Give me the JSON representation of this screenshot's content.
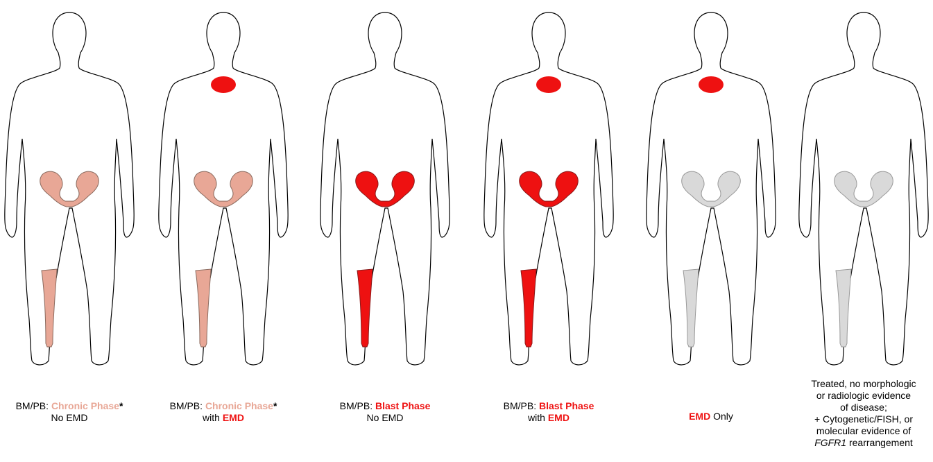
{
  "colors": {
    "chronic": "#e8a796",
    "blast": "#ee1111",
    "remission": "#d9d9d9",
    "outline": "#000000"
  },
  "panels": [
    {
      "line1_prefix": "BM/PB:  ",
      "line1_phase": "Chronic Phase",
      "line1_star": "*",
      "line2_prefix": "No EMD",
      "line2_emd": ""
    },
    {
      "line1_prefix": "BM/PB:  ",
      "line1_phase": "Chronic Phase",
      "line1_star": "*",
      "line2_prefix": "with ",
      "line2_emd": "EMD"
    },
    {
      "line1_prefix": "BM/PB:  ",
      "line1_phase": "Blast Phase",
      "line2_prefix": "No EMD",
      "line2_emd": ""
    },
    {
      "line1_prefix": "BM/PB:  ",
      "line1_phase": "Blast Phase",
      "line2_prefix": "with ",
      "line2_emd": "EMD"
    },
    {
      "emd": "EMD",
      "suffix": " Only"
    },
    {
      "line1": "Treated, no morphologic",
      "line2": "or radiologic evidence",
      "line3": "of disease;",
      "line4": "+ Cytogenetic/FISH, or",
      "line5": "molecular evidence of",
      "line6_italic": "FGFR1",
      "line6_rest": " rearrangement"
    }
  ]
}
